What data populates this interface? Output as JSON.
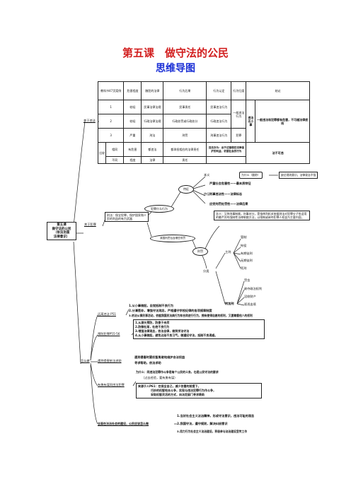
{
  "title": "第五课　做守法的公民",
  "subtitle": "思维导图",
  "root": [
    "第五课",
    "做守法的公民",
    "（依法治国",
    "法律意识）"
  ],
  "branches": {
    "b1": "关于违法",
    "b2": "关于犯罪",
    "b3": "怎么做"
  },
  "table": {
    "header": [
      "教科书47页案例",
      "危害程度",
      "触犯的法律",
      "行为后果",
      "行为认定",
      "行为归类",
      "结论"
    ],
    "rows": [
      [
        "1",
        "较轻",
        "民事法律法规",
        "民事责任",
        "民事违法行为"
      ],
      [
        "2",
        "较轻",
        "行政法律法规",
        "行政处罚或行政处分",
        "行政违法行为"
      ],
      [
        "3",
        "严重",
        "刑法",
        "刑罚",
        "刑事违法行为"
      ]
    ],
    "group_general": "一般违法行为",
    "group_crime": "犯罪",
    "side_col": "违法无小事",
    "conclusion": "一般违法和犯罪都有危害，不可越法律底线",
    "compare_label": "比较",
    "same_label": "相同",
    "diff_label": "不同",
    "same_cells": [
      "有危害",
      "都违法",
      "都承担相应的法律责任"
    ],
    "same_note": "违法亦为：出于过错侵犯法律保护的利益，依据社会的行为",
    "diff_cells": [
      "程度",
      "法律",
      "责任"
    ],
    "no_overstep": "法不可违"
  },
  "why_note": "为什么（跟踪）",
  "why_text": "缺乏规则意识，法律观念不强",
  "crime": {
    "features_label": "特征",
    "attr_label": "本义",
    "f1": "严重社会危害性——最本质特征",
    "f2": "刑事违法性——法律标志",
    "f3": "应受刑罚处罚性——法律后果",
    "concept_oval": "犯罪什么行为",
    "concept": "刑法：保全犯罪，保护国家和人民的利益的有力武器",
    "type_oval": "我国刑罚包含哪些刑罚",
    "penalty_oval": "刑罚",
    "penalty_def": "含义：又称刑事制裁，刑事处分，是指审判机关依据刑法对犯罪分子所适用的最严厉的强制性法律制裁方法，以限制或剥夺犯罪人权益为主要内容。",
    "category": "分类",
    "main": "主刑",
    "main_items": [
      "管制",
      "拘役",
      "有期徒刑",
      "无期徒刑",
      "死刑"
    ],
    "extra": "附加刑",
    "extra_items": [
      "罚金",
      "剥夺政治权利",
      "没收财产",
      "驱逐出境"
    ]
  },
  "how": {
    "h1": "远离违法 P51",
    "h1_items": [
      "1.从小事做起，自觉抵制不良行为",
      "2.分清是非，增强守法观念，严格遵守学校纪律的各项规章制度",
      "3.依法从事民事活动，依据我国民法典行为和合同进行行为，拥有使得自愿的权利，又要尊重他人的权利"
    ],
    "h2": "预防犯罪P55-56",
    "h2_items": [
      "1.从源头预防，防患于未然",
      "2.防微杜渐，杜绝不良行为",
      "3.增强法律观念，依法自律，做到学法守法",
      "4.从小事做起，避免沾染不良习气，做遵纪守法，抵制不良诱惑。"
    ],
    "h3": "遇到侵害依法求助",
    "h3_items": [
      "遇到侵害时要机智勇敢地维护合法权益",
      "寻求帮助，依法求助"
    ],
    "h4": "有勇有谋同违法犯罪",
    "h4_why": "为什么：同违法犯罪作斗争是每个公民的义务，也是公民守法的要求",
    "h4_note": "（过去经验，要有勇有谋）",
    "h4_how": [
      "来源于人P61：在保全自己，减少伤害的前提下，",
      "巧妙的机智地去斗争，实现与违法犯罪行为作斗争，",
      "采取机智灵活的方式，向法定部门寻求救助"
    ],
    "h5": "全面在法治社会的建设，公民应该怎么做",
    "h5_items": [
      "1.当好社会主义法治精神，形成守法意识，违法可耻的观念",
      "2.我国守法，遵守规则，解决纠纷意识",
      "3.用力行为社会主义法治建设，积极参与法治建设宣传工作"
    ]
  }
}
